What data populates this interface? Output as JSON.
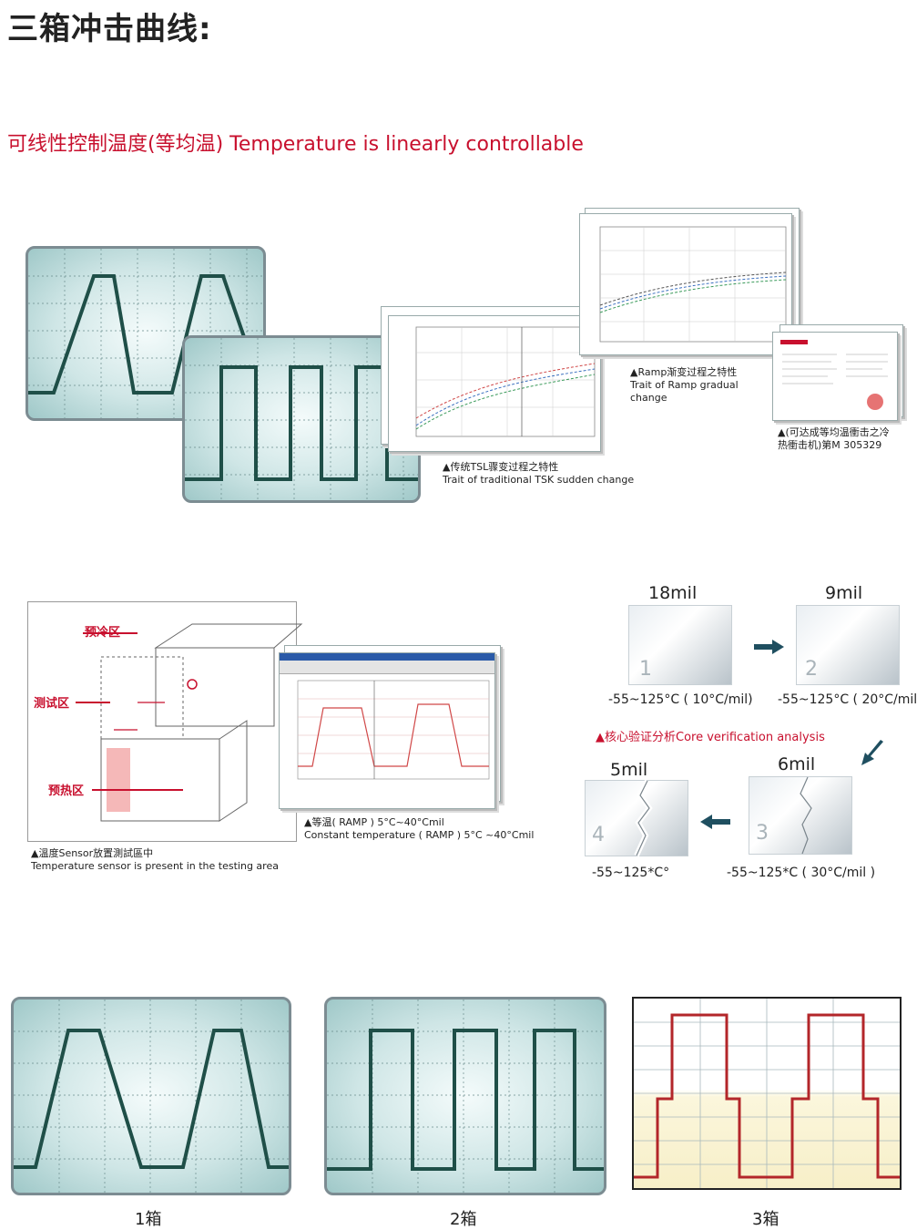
{
  "header": {
    "title": "三箱冲击曲线:",
    "subtitle": "可线性控制温度(等均温) Temperature is linearly controllable"
  },
  "captions": {
    "tsk_line1": "▲传统TSL骤变过程之特性",
    "tsk_line2": "Trait of traditional TSK sudden change",
    "ramp_line1": "▲Ramp渐变过程之特性",
    "ramp_line2": "Trait of Ramp gradual",
    "ramp_line3": "change",
    "cert_line1": "▲(可达成等均温衝击之冷",
    "cert_line2": "热衝击机)第M 305329",
    "sensor_line1": "▲溫度Sensor放置測試區中",
    "sensor_line2": "Temperature sensor is present in the testing area",
    "const_line1": "▲等温( RAMP ) 5°C~40°Cmil",
    "const_line2": "Constant temperature ( RAMP ) 5°C ~40°Cmil"
  },
  "zones": {
    "precool": "预冷区",
    "test": "测试区",
    "preheat": "预热区"
  },
  "core": {
    "label": "▲核心验证分析Core verification analysis",
    "samples": [
      {
        "num": "1",
        "mil": "18mil",
        "temp": "-55~125°C ( 10°C/mil)"
      },
      {
        "num": "2",
        "mil": "9mil",
        "temp": "-55~125°C ( 20°C/mil"
      },
      {
        "num": "3",
        "mil": "6mil",
        "temp": "-55~125*C ( 30°C/mil )"
      },
      {
        "num": "4",
        "mil": "5mil",
        "temp": "-55~125*C°"
      }
    ]
  },
  "boxes": {
    "b1": "1箱",
    "b2": "2箱",
    "b3": "3箱"
  },
  "colors": {
    "accent": "#c8102e",
    "trace": "#1f4f48",
    "scope_bg": "#cfe6e6",
    "chart3": "#b3262a"
  }
}
